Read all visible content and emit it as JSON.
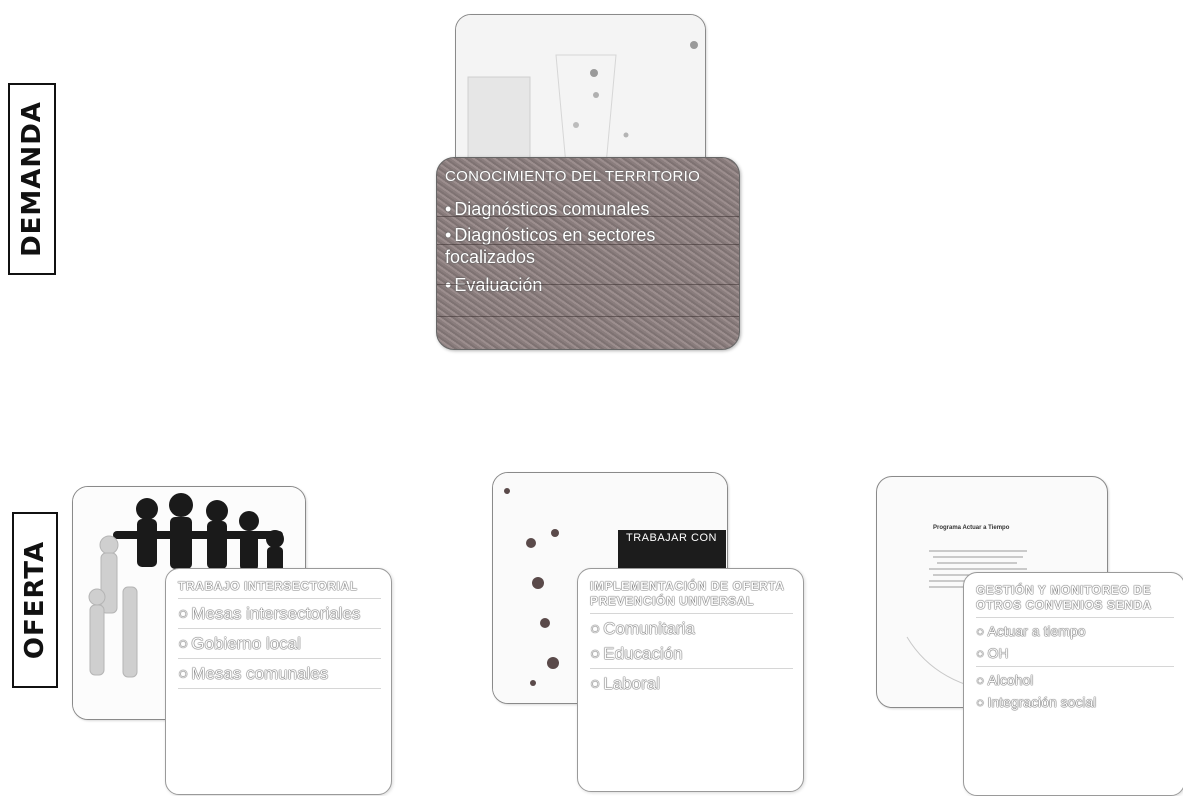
{
  "side_labels": {
    "demanda": "DEMANDA",
    "oferta": "OFERTA"
  },
  "demand_card": {
    "title": "CONOCIMIENTO DEL TERRITORIO",
    "items": [
      "Diagnósticos comunales",
      "Diagnósticos en sectores focalizados",
      "Evaluación"
    ]
  },
  "offer_cards": [
    {
      "title": "TRABAJO INTERSECTORIAL",
      "items": [
        "Mesas intersectoriales",
        "Gobierno local",
        "Mesas comunales"
      ]
    },
    {
      "title": "IMPLEMENTACIÓN DE OFERTA PREVENCIÓN UNIVERSAL",
      "photo_caption": "TRABAJAR CON",
      "items": [
        "Comunitaria",
        "Educación",
        "Laboral"
      ]
    },
    {
      "title": "GESTIÓN Y MONITOREO DE OTROS CONVENIOS SENDA",
      "photo_heading": "Programa Actuar a Tiempo",
      "items": [
        "Actuar a tiempo",
        "OH",
        "Alcohol",
        "Integración social"
      ]
    }
  ],
  "colors": {
    "demand_card_bg": "#8a7d7d",
    "card_border": "#9a9a9a",
    "label_border": "#111111"
  }
}
